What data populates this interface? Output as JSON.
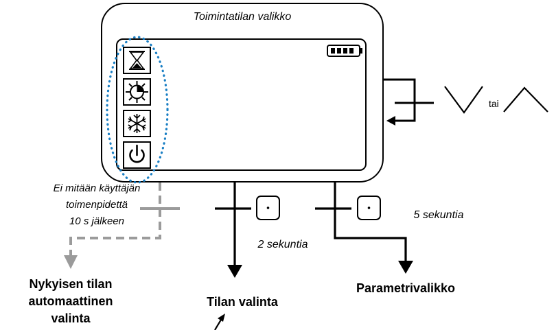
{
  "device": {
    "title": "Toimintatilan valikko",
    "menu_icons": [
      "hourglass-icon",
      "sun-clock-icon",
      "snowflake-icon",
      "power-icon"
    ],
    "battery_icon": "battery-icon"
  },
  "navigation": {
    "down_icon": "chevron-down-icon",
    "or_label": "tai",
    "up_icon": "chevron-up-icon"
  },
  "timeout_branch": {
    "condition_lines": [
      "Ei mitään käyttäjän",
      "toimenpidettä",
      "10 s jälkeen"
    ],
    "result_lines": [
      "Nykyisen tilan",
      "automaattinen",
      "valinta"
    ]
  },
  "short_press": {
    "duration": "2 sekuntia",
    "result": "Tilan valinta"
  },
  "long_press": {
    "duration": "5 sekuntia",
    "result": "Parametrivalikko"
  },
  "colors": {
    "highlight_dots": "#1a7fc4",
    "timeout_path": "#9b9b9b",
    "stroke": "#000000"
  }
}
